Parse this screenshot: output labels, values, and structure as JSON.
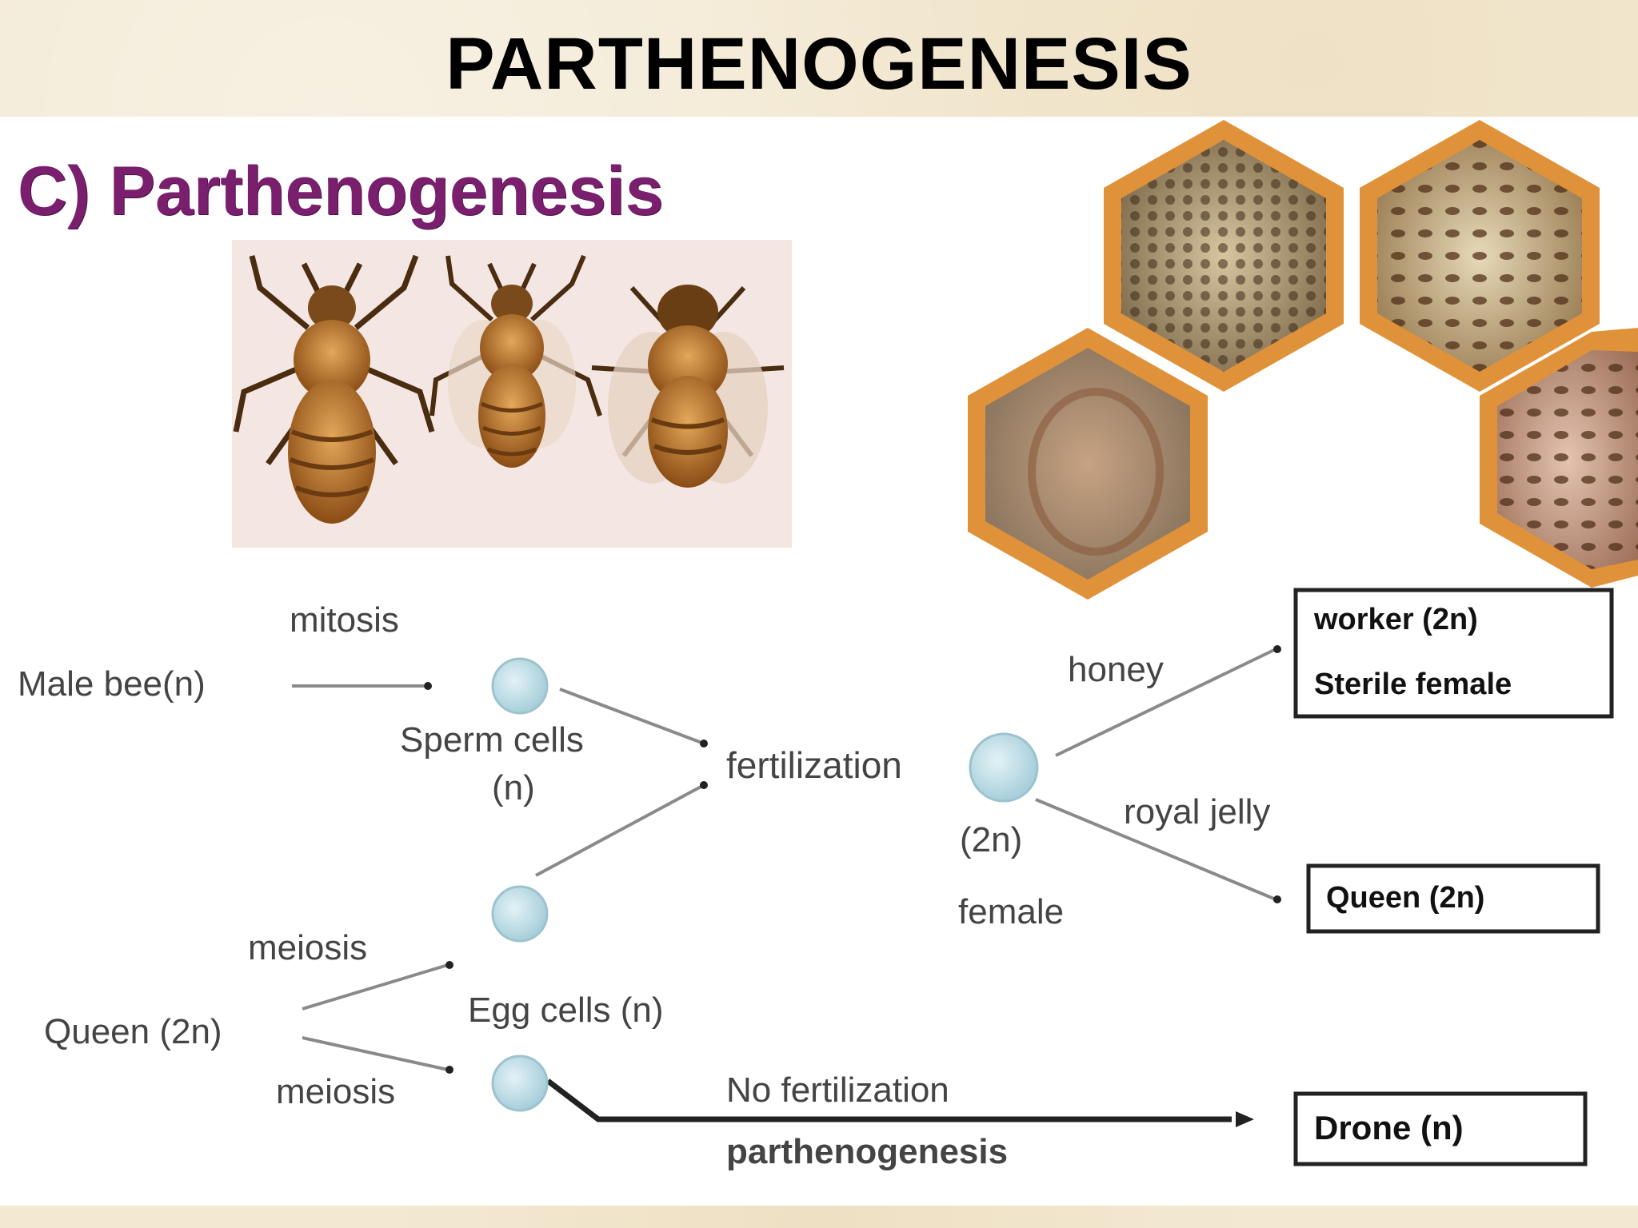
{
  "slide_title": "PARTHENOGENESIS",
  "section_heading": "C) Parthenogenesis",
  "diagram": {
    "male_bee": "Male bee(n)",
    "mitosis": "mitosis",
    "sperm_cells": "Sperm cells",
    "sperm_ploidy": "(n)",
    "fertilization": "fertilization",
    "zygote_ploidy": "(2n)",
    "zygote_sex": "female",
    "honey": "honey",
    "royal_jelly": "royal jelly",
    "worker_line1": "worker (2n)",
    "worker_line2": "Sterile female",
    "queen_result": "Queen (2n)",
    "queen_source": "Queen (2n)",
    "meiosis_upper": "meiosis",
    "meiosis_lower": "meiosis",
    "egg_cells": "Egg cells (n)",
    "no_fertilization": "No  fertilization",
    "parthenogenesis": "parthenogenesis",
    "drone": "Drone (n)"
  },
  "colors": {
    "heading_purple": "#7a1f6e",
    "cell_blue": "#bcdde6",
    "hex_orange": "#e0923a",
    "bee_brown": "#9a5a1c"
  },
  "icons": [
    "worker-bee-icon",
    "queen-bee-icon",
    "drone-bee-icon",
    "honeycomb-photo"
  ]
}
